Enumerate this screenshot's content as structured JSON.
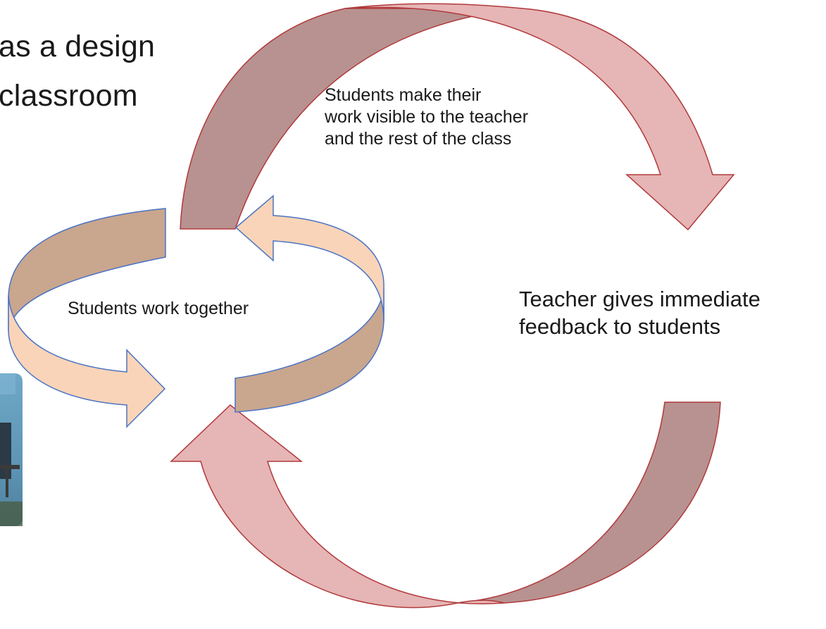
{
  "slide": {
    "title_lines": [
      "as a design",
      "classroom"
    ]
  },
  "diagram": {
    "top_arc_label_lines": [
      "Students make their",
      "work visible to the teacher",
      "and the rest of the class"
    ],
    "right_label_lines": [
      "Teacher gives immediate",
      "feedback to students"
    ],
    "inner_cycle_label": "Students work together"
  },
  "colors": {
    "big_arrow_dark": "#b89290",
    "big_arrow_light": "#e6b5b5",
    "big_arrow_stroke": "#b0393b",
    "small_arrow_dark": "#c9a68e",
    "small_arrow_light": "#f9d4b8",
    "small_arrow_stroke": "#4a73c4"
  }
}
